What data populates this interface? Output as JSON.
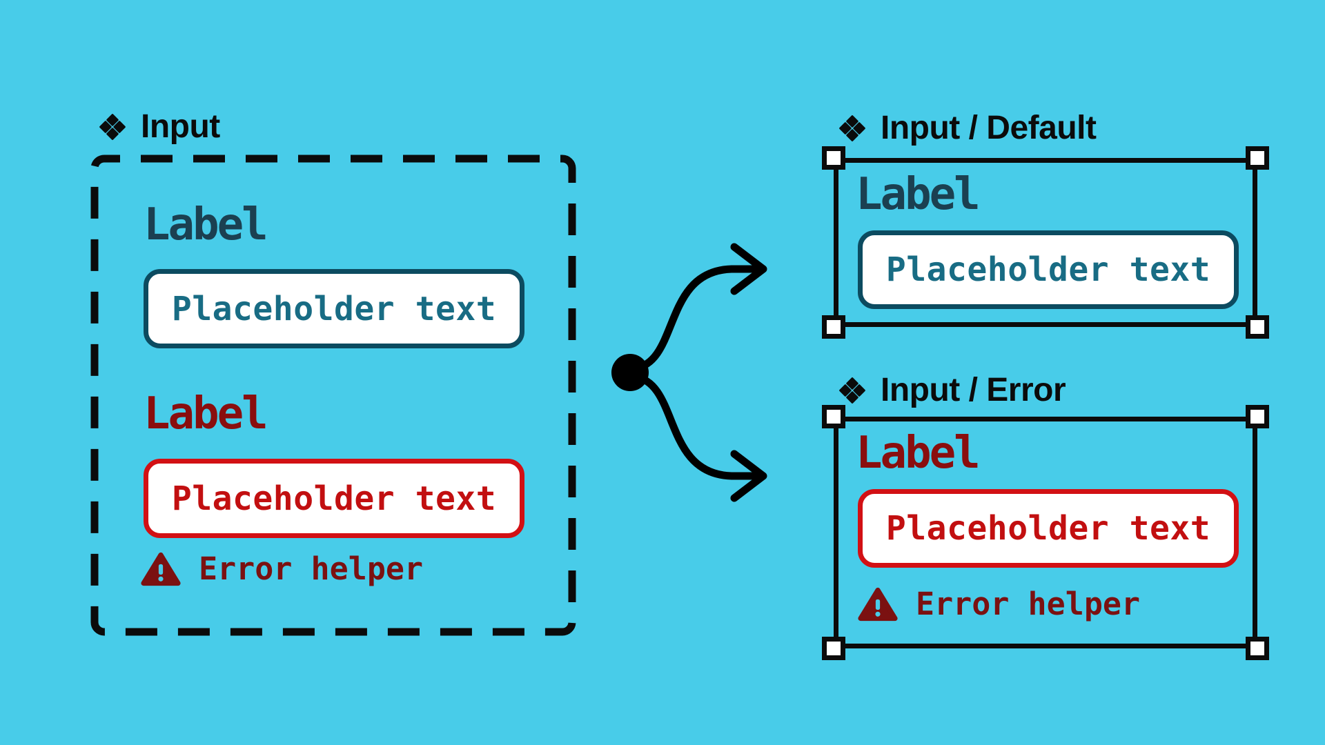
{
  "colors": {
    "background": "#48CCE9",
    "ink": "#0B0B0B",
    "teal_border": "#0C4B60",
    "teal_label": "#1B4051",
    "teal_placeholder": "#186C84",
    "red_border": "#D21014",
    "red_placeholder": "#C20F10",
    "dark_red_label": "#8A0E0E",
    "dark_red_helper": "#7B1111",
    "field_background": "#FFFFFF"
  },
  "master": {
    "title": "Input",
    "icon": "component-diamonds-icon",
    "fields": [
      {
        "state": "default",
        "label": "Label",
        "placeholder": "Placeholder text"
      },
      {
        "state": "error",
        "label": "Label",
        "placeholder": "Placeholder text",
        "helper": "Error helper",
        "helper_icon": "warning-triangle-icon"
      }
    ]
  },
  "variants": [
    {
      "title": "Input / Default",
      "icon": "component-diamonds-icon",
      "label": "Label",
      "placeholder": "Placeholder text"
    },
    {
      "title": "Input / Error",
      "icon": "component-diamonds-icon",
      "label": "Label",
      "placeholder": "Placeholder text",
      "helper": "Error helper",
      "helper_icon": "warning-triangle-icon"
    }
  ]
}
